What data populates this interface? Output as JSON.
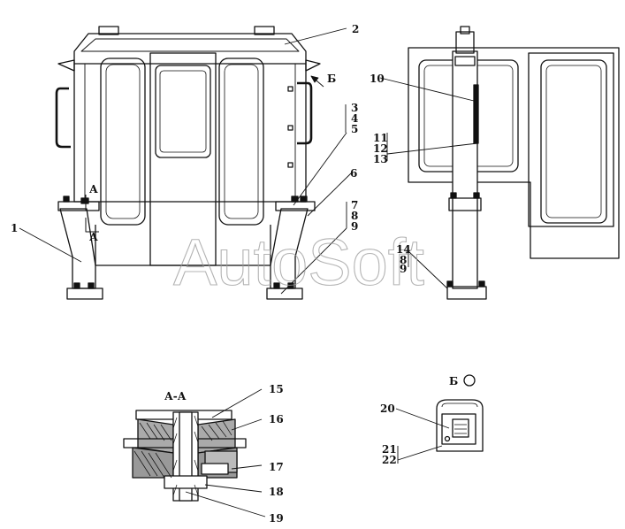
{
  "callouts": {
    "c1": "1",
    "c2": "2",
    "c3": "3",
    "c4": "4",
    "c5": "5",
    "c6": "6",
    "c7": "7",
    "c8": "8",
    "c9": "9",
    "c10": "10",
    "c11": "11",
    "c12": "12",
    "c13": "13",
    "c14": "14",
    "c8b": "8",
    "c9b": "9",
    "c15": "15",
    "c16": "16",
    "c17": "17",
    "c18": "18",
    "c19": "19",
    "c20": "20",
    "c21": "21",
    "c22": "22"
  },
  "section_marks": {
    "a_upper": "А",
    "a_lower": "А",
    "b_arrow": "Б"
  },
  "views": {
    "section_aa": "А-А",
    "view_b": "Б"
  },
  "watermark": "AutoSoft"
}
